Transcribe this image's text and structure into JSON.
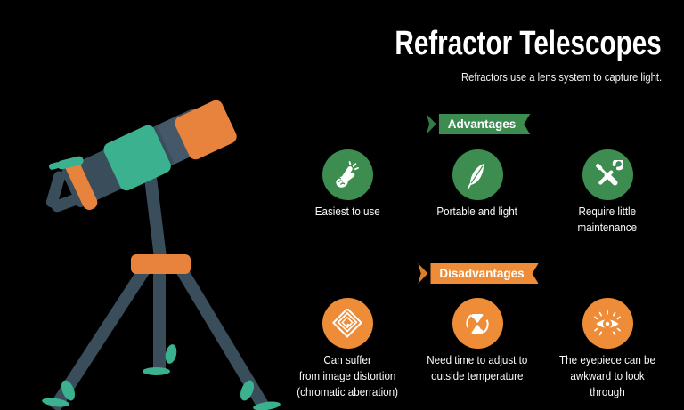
{
  "header": {
    "title": "Refractor Telescopes",
    "subtitle": "Refractors use a lens system to capture light."
  },
  "advantages": {
    "label": "Advantages",
    "items": [
      {
        "icon": "snap-fingers-icon",
        "text": "Easiest to use"
      },
      {
        "icon": "feather-icon",
        "text": "Portable and light"
      },
      {
        "icon": "crossed-tools-icon",
        "text": "Require little\nmaintenance"
      }
    ]
  },
  "disadvantages": {
    "label": "Disadvantages",
    "items": [
      {
        "icon": "image-distortion-icon",
        "text": "Can suffer\nfrom image distortion\n(chromatic aberration)"
      },
      {
        "icon": "hourglass-cycle-icon",
        "text": "Need time to adjust to\noutside temperature"
      },
      {
        "icon": "eye-icon",
        "text": "The eyepiece can be\nawkward to look\nthrough"
      }
    ]
  },
  "colors": {
    "background": "#000000",
    "advantage_green": "#3e8d50",
    "disadvantage_orange": "#ee8c37",
    "telescope_dark": "#3a4d5b",
    "telescope_teal": "#3cb18f",
    "telescope_orange": "#e8833e",
    "text": "#ffffff"
  }
}
